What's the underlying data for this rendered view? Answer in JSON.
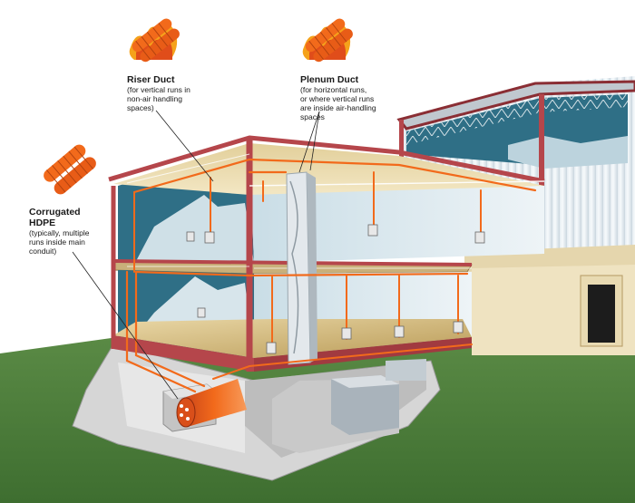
{
  "labels": {
    "riser": {
      "title": "Riser Duct",
      "description": "(for vertical runs in\nnon-air handling\nspaces)"
    },
    "plenum": {
      "title": "Plenum Duct",
      "description": "(for horizontal runs,\nor where vertical runs\nare inside air-handling\nspaces"
    },
    "hdpe": {
      "title": "Corrugated\nHDPE",
      "description": "(typically, multiple\nruns inside main\nconduit)"
    }
  },
  "icons": [
    "riser-duct-sample-icon",
    "plenum-duct-sample-icon",
    "hdpe-conduit-sample-icon"
  ],
  "colors": {
    "duct_orange": "#f26a1b",
    "flame": "#f5a21b",
    "steel_beam": "#b5464b",
    "ground": "#4a7d3a",
    "wall_blue": "#2f6f86",
    "floor_tan": "#cbb074",
    "concrete": "#dcdcdc"
  }
}
